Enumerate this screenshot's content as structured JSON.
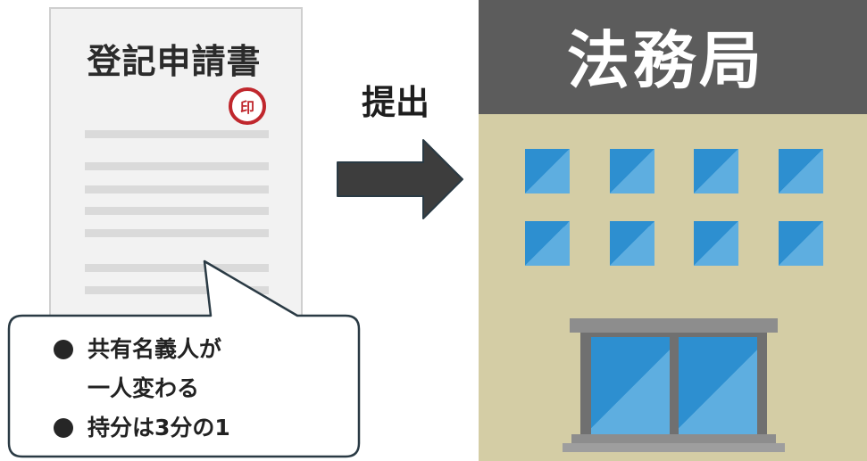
{
  "document": {
    "title": "登記申請書",
    "seal_text": "印"
  },
  "callout": {
    "items": [
      {
        "text": "共有名義人が",
        "bullet": true
      },
      {
        "text": "一人変わる",
        "bullet": false
      },
      {
        "text": "持分は3分の1",
        "bullet": true
      }
    ]
  },
  "arrow": {
    "label": "提出"
  },
  "building": {
    "name": "法務局"
  },
  "colors": {
    "seal_red": "#c0272d",
    "roof_gray": "#5c5c5c",
    "wall_beige": "#d4cda5",
    "window_blue": "#2d8fd0",
    "arrow_dark": "#3d3d3d"
  }
}
